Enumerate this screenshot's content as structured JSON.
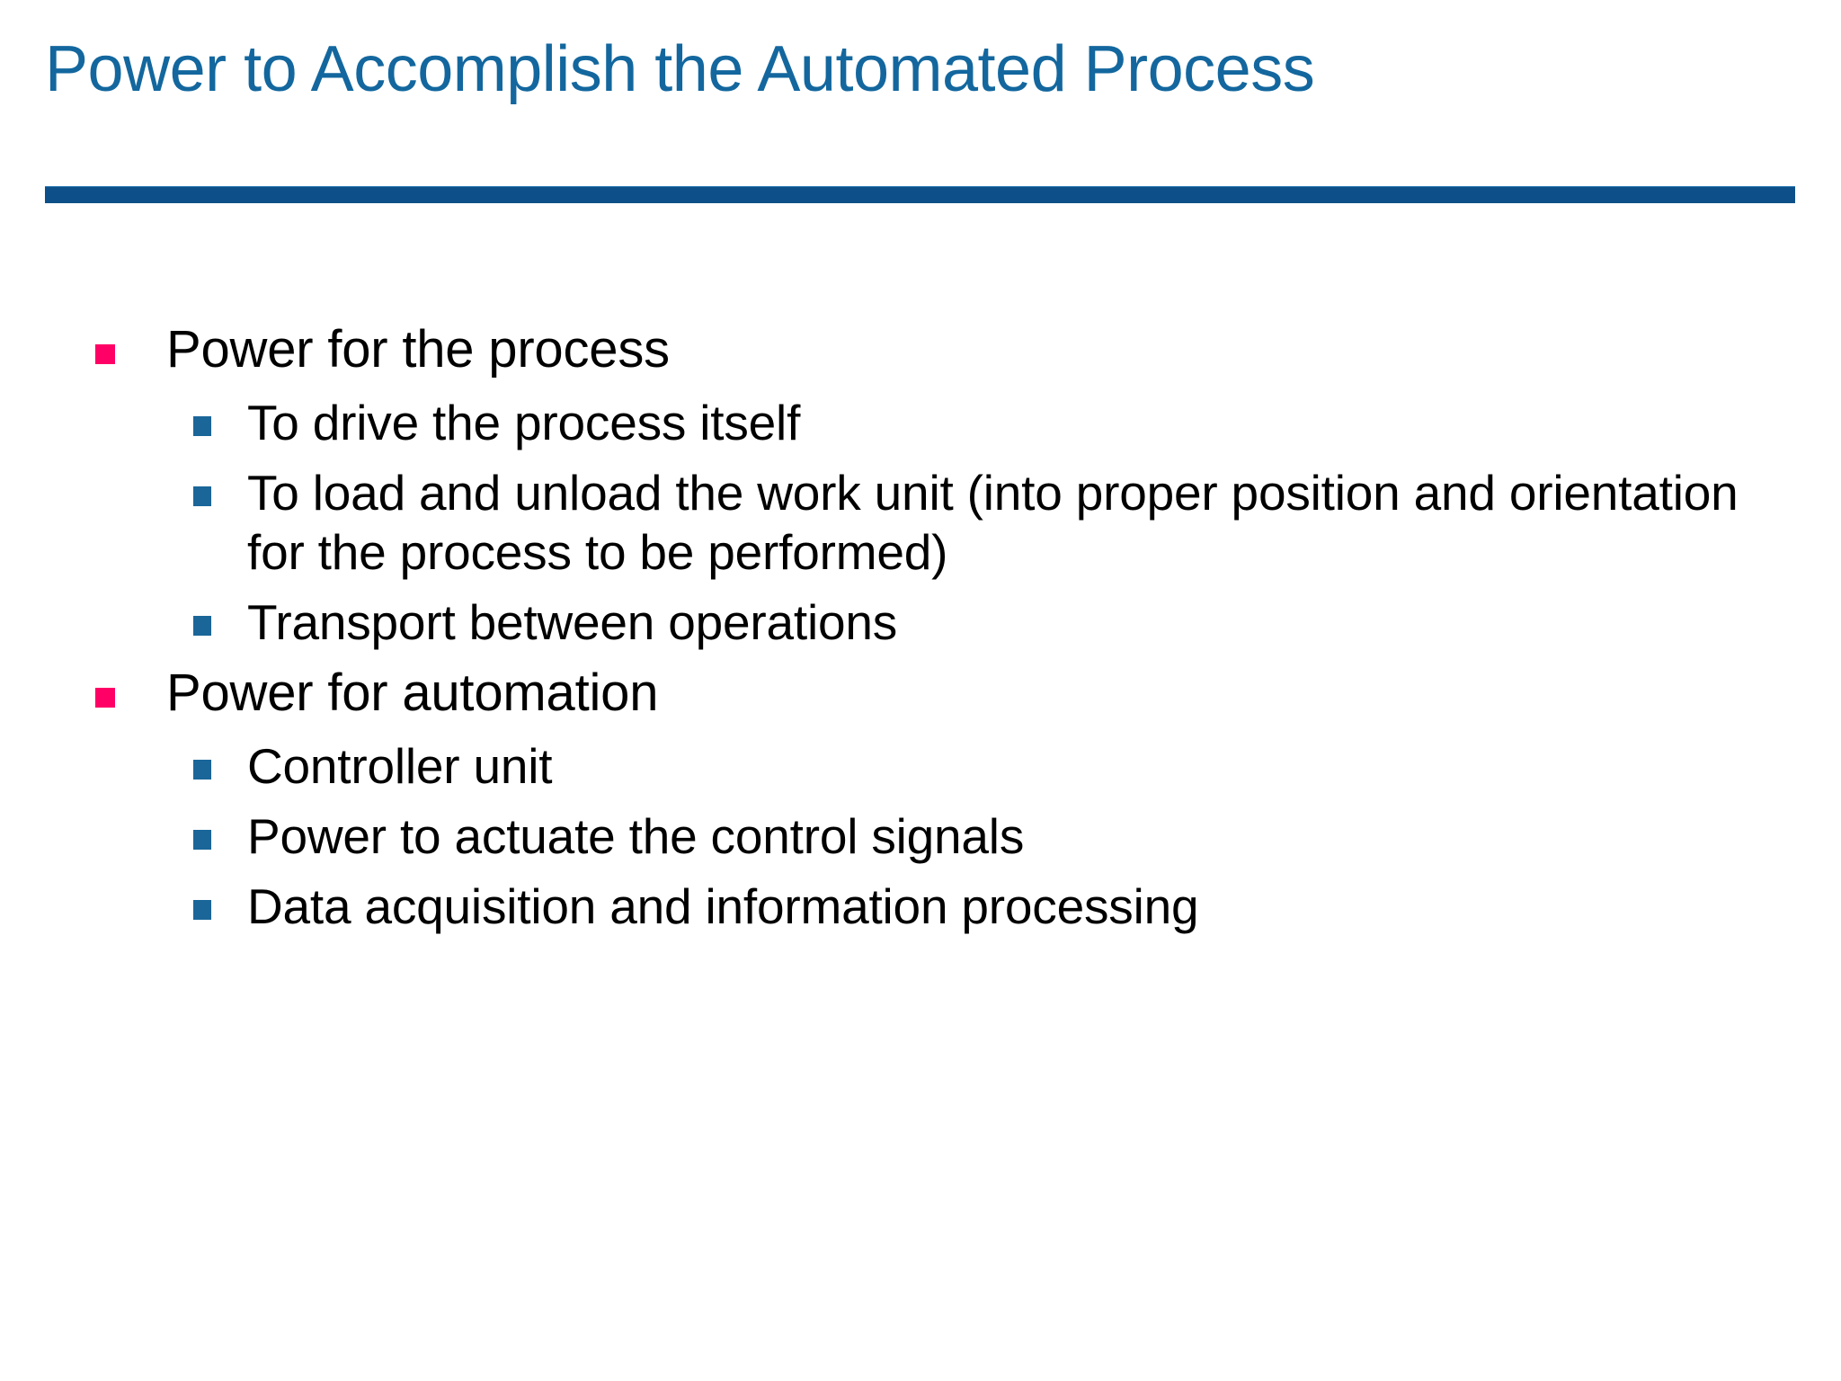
{
  "slide": {
    "title": "Power to Accomplish the Automated Process",
    "title_color": "#13679E",
    "rule_color": "#0D5089",
    "background_color": "#FFFFFF",
    "body_text_color": "#000000",
    "level1_bullet_color": "#FF0066",
    "level2_bullet_color": "#1A6699",
    "bullets": [
      {
        "level": 1,
        "text": "Power for the process",
        "marker": "pink-square-bullet-icon"
      },
      {
        "level": 2,
        "text": "To drive the process itself",
        "marker": "blue-square-bullet-icon"
      },
      {
        "level": 2,
        "text": "To load and unload the work unit (into proper position and orientation for the process to be performed)",
        "marker": "blue-square-bullet-icon"
      },
      {
        "level": 2,
        "text": "Transport between operations",
        "marker": "blue-square-bullet-icon"
      },
      {
        "level": 1,
        "text": "Power for automation",
        "marker": "pink-square-bullet-icon"
      },
      {
        "level": 2,
        "text": "Controller unit",
        "marker": "blue-square-bullet-icon"
      },
      {
        "level": 2,
        "text": "Power to actuate the control signals",
        "marker": "blue-square-bullet-icon"
      },
      {
        "level": 2,
        "text": "Data acquisition and information processing",
        "marker": "blue-square-bullet-icon"
      }
    ]
  }
}
